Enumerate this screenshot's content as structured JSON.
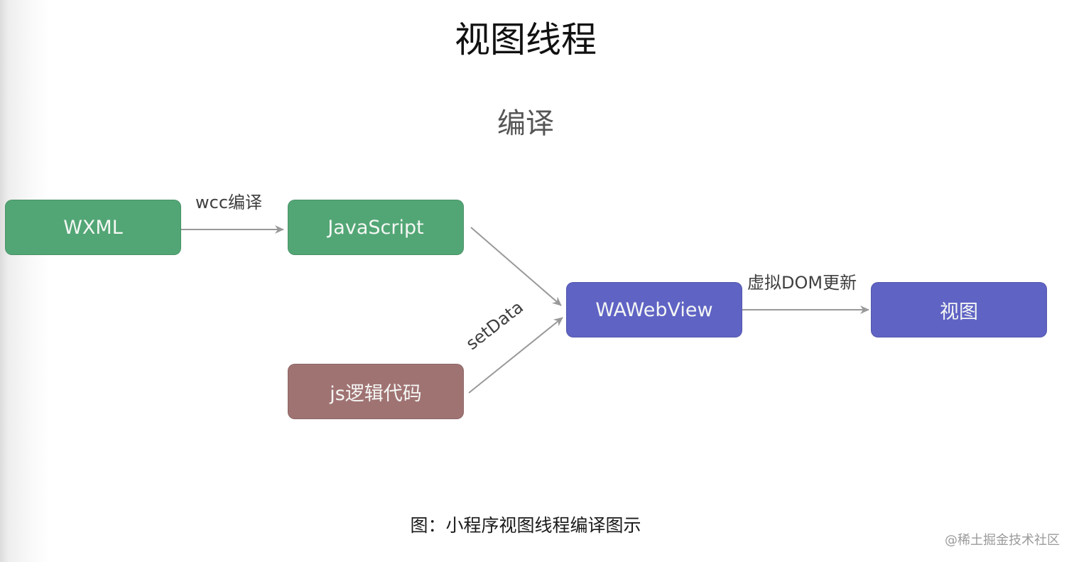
{
  "title": "视图线程",
  "subtitle": "编译",
  "nodes": {
    "wxml": {
      "label": "WXML",
      "color": "#52a675"
    },
    "javascript": {
      "label": "JavaScript",
      "color": "#52a675"
    },
    "js_logic": {
      "label": "js逻辑代码",
      "color": "#a07373"
    },
    "wawebview": {
      "label": "WAWebView",
      "color": "#5f63c4"
    },
    "view": {
      "label": "视图",
      "color": "#5f63c4"
    }
  },
  "edges": [
    {
      "from": "WXML",
      "to": "JavaScript",
      "label": "wcc编译"
    },
    {
      "from": "JavaScript",
      "to": "WAWebView",
      "label": ""
    },
    {
      "from": "js逻辑代码",
      "to": "WAWebView",
      "label": "setData"
    },
    {
      "from": "WAWebView",
      "to": "视图",
      "label": "虚拟DOM更新"
    }
  ],
  "edge_color": "#999999",
  "caption": "图：小程序视图线程编译图示",
  "watermark": "@稀土掘金技术社区"
}
